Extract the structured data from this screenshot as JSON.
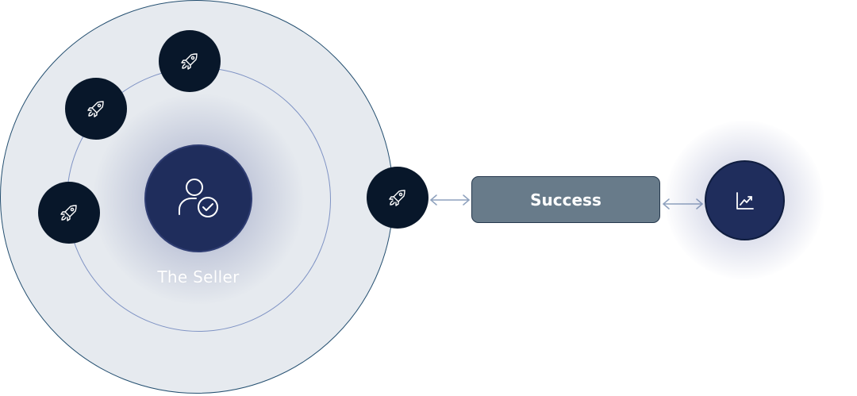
{
  "seller": {
    "label": "The Seller",
    "icon": "user-check-icon"
  },
  "success": {
    "label": "Success"
  },
  "growth": {
    "icon": "trend-up-chart-icon"
  },
  "nodes": {
    "icon": "rocket-icon",
    "count": 4
  },
  "colors": {
    "outer_fill": "#e6eaef",
    "outer_stroke": "#244f70",
    "ring": "#7f93c4",
    "node_fill": "#08172a",
    "accent_navy": "#1f2d5c",
    "success_fill": "#687b8a",
    "arrow": "#8ea1bd"
  }
}
